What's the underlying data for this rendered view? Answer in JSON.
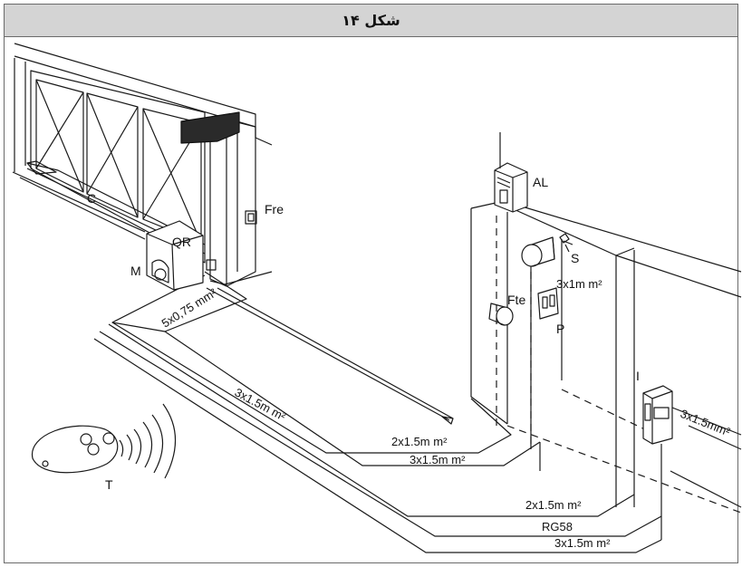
{
  "title": "شکل ۱۴",
  "components": {
    "C": "C",
    "QR": "QR",
    "M": "M",
    "Fre": "Fre",
    "AL": "AL",
    "S": "S",
    "Fte": "Fte",
    "P": "P",
    "I": "I",
    "T": "T"
  },
  "cables": {
    "motor_fre": "5x0,75 mm²",
    "main_feed": "3x1.5m m²",
    "s_to_p": "3x1m m²",
    "fte_a": "2x1.5m m²",
    "fte_b": "3x1.5m m²",
    "lower_a": "2x1.5m m²",
    "antenna": "RG58",
    "lower_b": "3x1.5m m²",
    "mains_i": "3x1.5mm²"
  }
}
